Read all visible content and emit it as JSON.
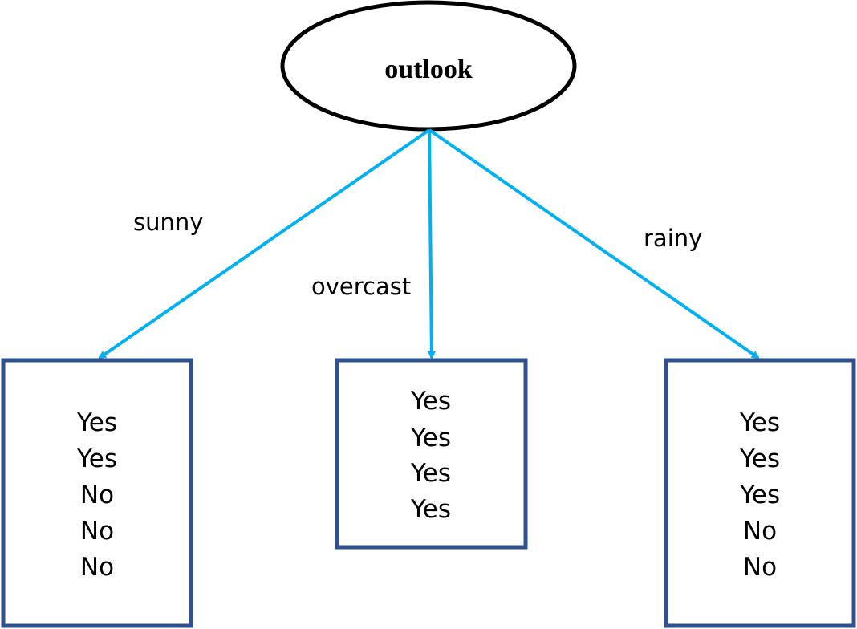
{
  "root": {
    "label": "outlook"
  },
  "branches": [
    {
      "edge_label": "sunny",
      "outcomes": [
        "Yes",
        "Yes",
        "No",
        "No",
        "No"
      ]
    },
    {
      "edge_label": "overcast",
      "outcomes": [
        "Yes",
        "Yes",
        "Yes",
        "Yes"
      ]
    },
    {
      "edge_label": "rainy",
      "outcomes": [
        "Yes",
        "Yes",
        "Yes",
        "No",
        "No"
      ]
    }
  ],
  "colors": {
    "arrow": "#00b0f0",
    "box": "#2f528f",
    "node": "#000000"
  }
}
